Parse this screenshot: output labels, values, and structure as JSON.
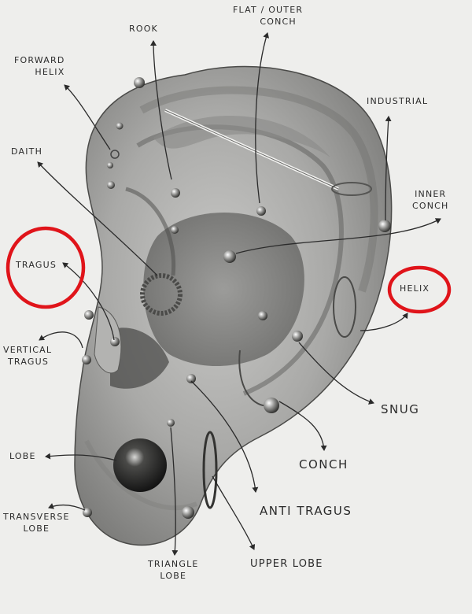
{
  "labels": {
    "rook": "ROOK",
    "flat_outer_conch": [
      "FLAT / OUTER",
      "CONCH"
    ],
    "forward_helix": [
      "FORWARD",
      "HELIX"
    ],
    "daith": "DAITH",
    "industrial": "INDUSTRIAL",
    "inner_conch": [
      "INNER",
      "CONCH"
    ],
    "tragus": "TRAGUS",
    "helix": "HELIX",
    "vertical_tragus": [
      "VERTICAL",
      "TRAGUS"
    ],
    "snug": "SNUG",
    "conch": "CONCH",
    "lobe": "LOBE",
    "anti_tragus": "ANTI TRAGUS",
    "transverse_lobe": [
      "TRANSVERSE",
      "LOBE"
    ],
    "triangle_lobe": [
      "TRIANGLE",
      "LOBE"
    ],
    "upper_lobe": "UPPER LOBE"
  },
  "colors": {
    "highlight_circle": "#e0141a",
    "pencil": "#2b2b2b",
    "paper": "#eeeeec"
  }
}
